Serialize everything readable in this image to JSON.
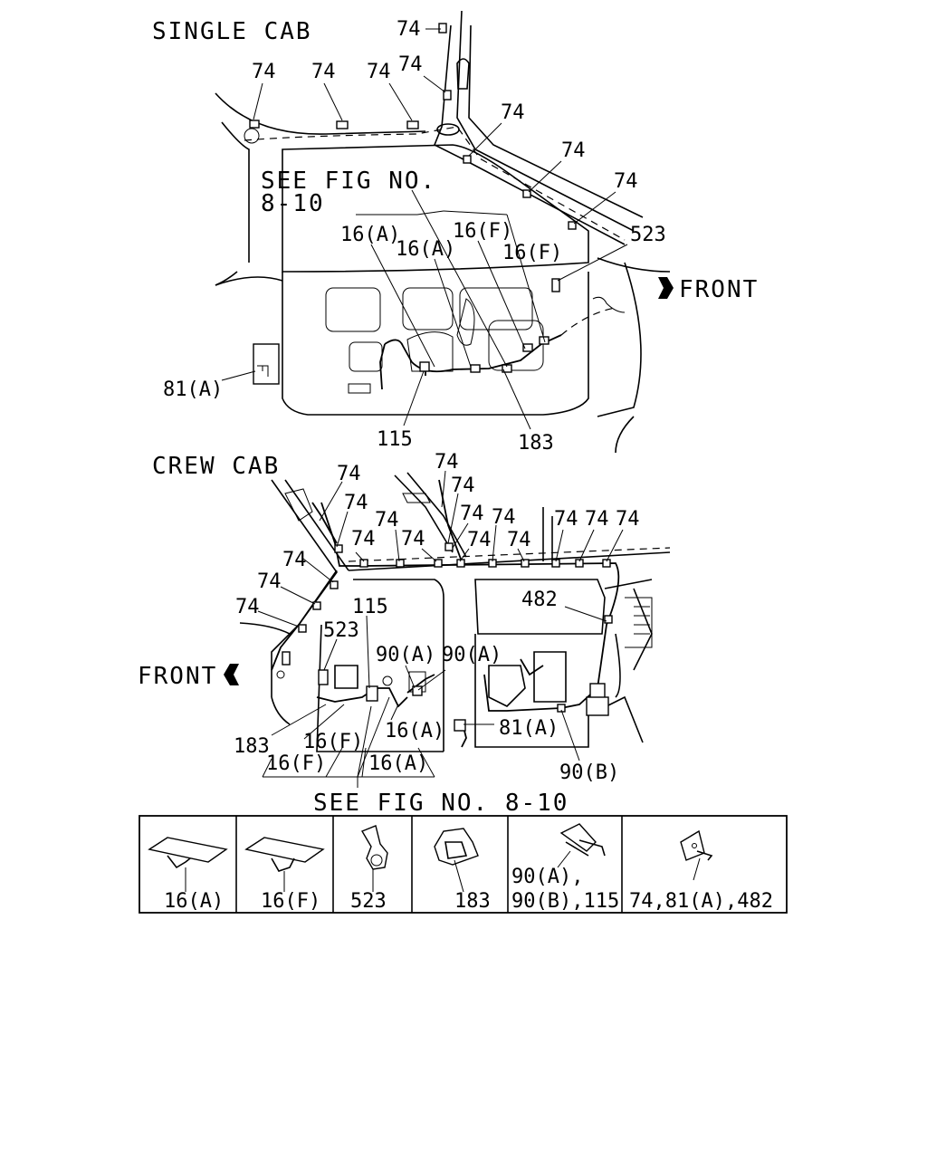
{
  "single_cab": {
    "title": "SINGLE CAB",
    "see_fig_line1": "SEE FIG NO.",
    "see_fig_line2": "8-10",
    "front": "FRONT",
    "labels": {
      "c74_top": "74",
      "c74_a": "74",
      "c74_b": "74",
      "c74_c": "74",
      "c74_d": "74",
      "c74_e": "74",
      "c74_f": "74",
      "c74_g": "74",
      "c16a_1": "16(A)",
      "c16a_2": "16(A)",
      "c16f_1": "16(F)",
      "c16f_2": "16(F)",
      "c523": "523",
      "c81a": "81(A)",
      "c115": "115",
      "c183": "183"
    }
  },
  "crew_cab": {
    "title": "CREW CAB",
    "see_fig": "SEE FIG NO. 8-10",
    "front": "FRONT",
    "labels": {
      "k74_1": "74",
      "k74_2": "74",
      "k74_3": "74",
      "k74_4": "74",
      "k74_5": "74",
      "k74_6": "74",
      "k74_7": "74",
      "k74_8": "74",
      "k74_9": "74",
      "k74_10": "74",
      "k74_11": "74",
      "k74_12": "74",
      "k74_13": "74",
      "k74_14": "74",
      "k74_15": "74",
      "k74_16": "74",
      "k115": "115",
      "k523": "523",
      "k482": "482",
      "k90a_1": "90(A)",
      "k90a_2": "90(A)",
      "k81a": "81(A)",
      "k90b": "90(B)",
      "k183": "183",
      "k16f_1": "16(F)",
      "k16f_2": "16(F)",
      "k16a_1": "16(A)",
      "k16a_2": "16(A)"
    }
  },
  "parts_legend": [
    {
      "label": "16(A)"
    },
    {
      "label": "16(F)"
    },
    {
      "label": "523"
    },
    {
      "label": "183"
    },
    {
      "label_line1": "90(A),",
      "label_line2": "90(B),115"
    },
    {
      "label": "74,81(A),482"
    }
  ]
}
